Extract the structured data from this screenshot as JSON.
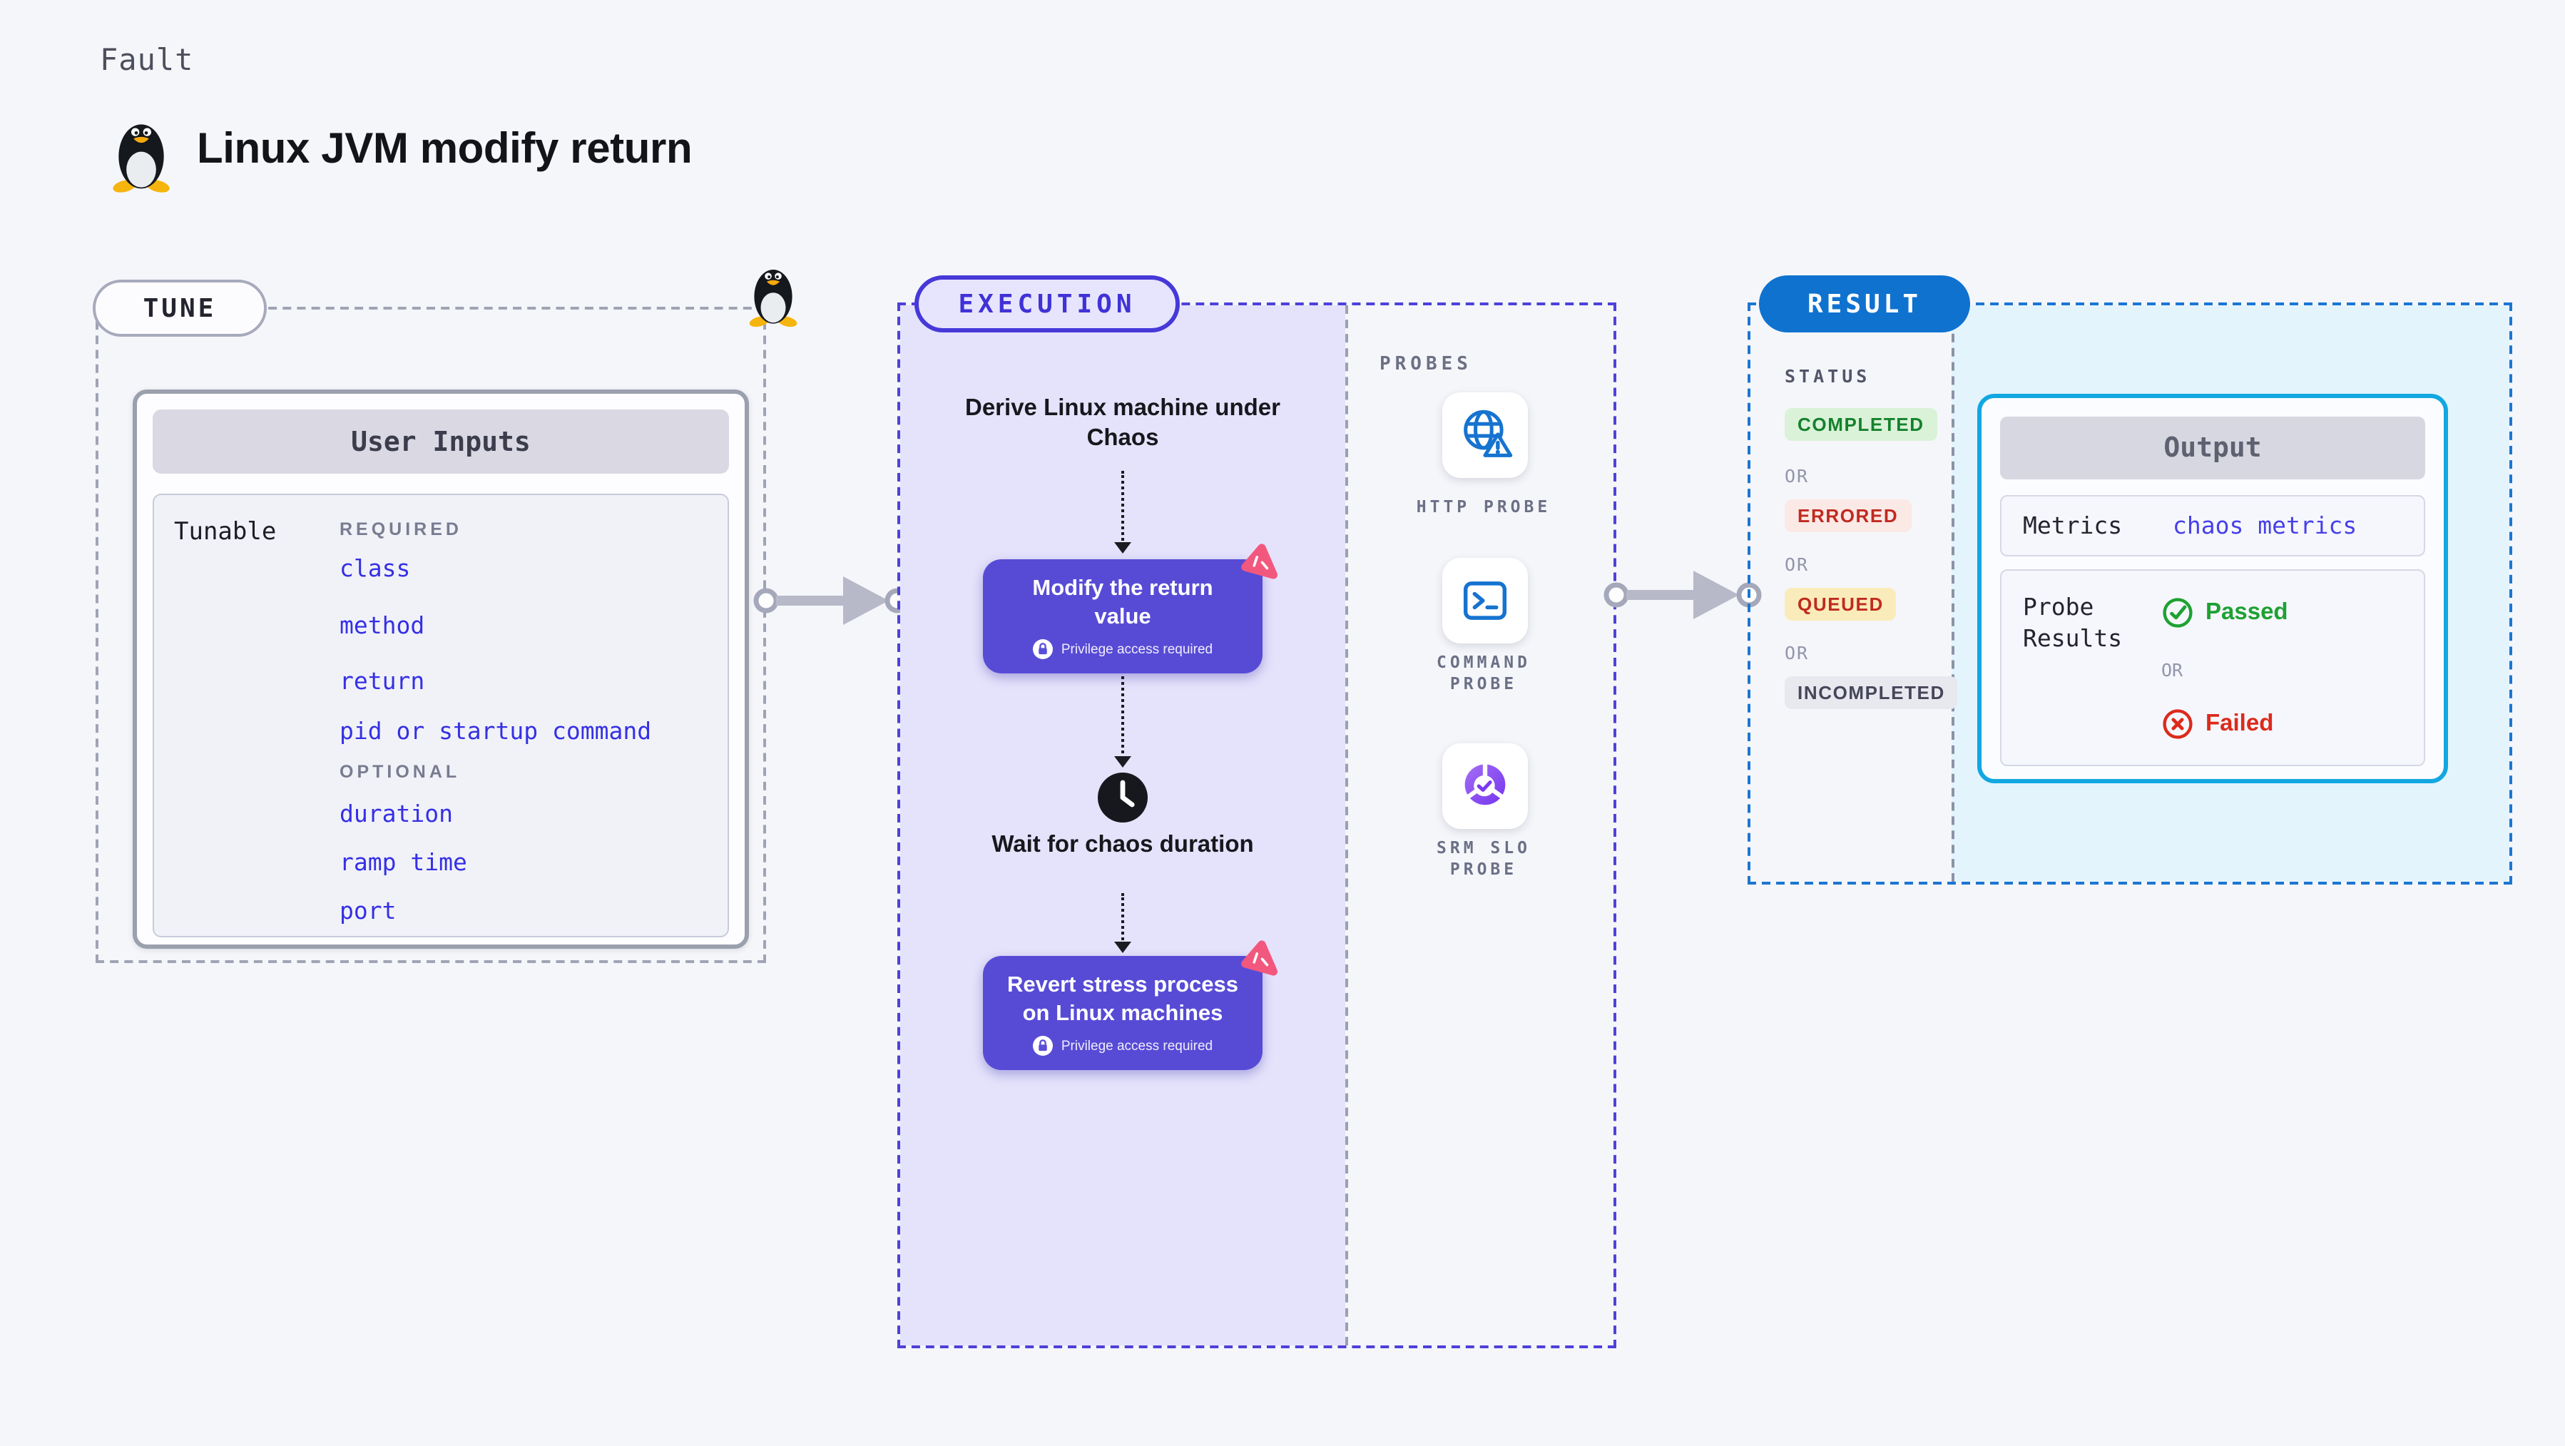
{
  "page": {
    "kicker": "Fault",
    "title": "Linux JVM modify return"
  },
  "tune": {
    "pill": "TUNE",
    "card_title": "User Inputs",
    "row_label": "Tunable",
    "required_label": "REQUIRED",
    "required_params": [
      "class",
      "method",
      "return",
      "pid or startup command"
    ],
    "optional_label": "OPTIONAL",
    "optional_params": [
      "duration",
      "ramp time",
      "port"
    ]
  },
  "execution": {
    "pill": "EXECUTION",
    "derive_step": "Derive Linux machine under Chaos",
    "fault_step": "Modify the return value",
    "privilege": "Privilege access required",
    "wait_step": "Wait for chaos duration",
    "revert_step": "Revert stress process on Linux machines"
  },
  "probes": {
    "label": "PROBES",
    "items": [
      {
        "icon": "http-probe-icon",
        "label_line1": "HTTP PROBE",
        "label_line2": ""
      },
      {
        "icon": "command-probe-icon",
        "label_line1": "COMMAND",
        "label_line2": "PROBE"
      },
      {
        "icon": "srm-slo-probe-icon",
        "label_line1": "SRM SLO",
        "label_line2": "PROBE"
      }
    ]
  },
  "result": {
    "pill": "RESULT",
    "status_label": "STATUS",
    "or_label": "OR",
    "statuses": [
      {
        "label": "COMPLETED",
        "bg": "#daf2d8",
        "color": "#15812c"
      },
      {
        "label": "ERRORED",
        "bg": "#fbe9e6",
        "color": "#c02a1f"
      },
      {
        "label": "QUEUED",
        "bg": "#faecba",
        "color": "#c02a1f"
      },
      {
        "label": "INCOMPLETED",
        "bg": "#e8e8ef",
        "color": "#45465a"
      }
    ],
    "output": {
      "title": "Output",
      "metrics_label": "Metrics",
      "metrics_value": "chaos metrics",
      "probe_results_label": "Probe Results",
      "passed": "Passed",
      "failed": "Failed"
    }
  },
  "colors": {
    "page_bg": "#f5f6fa",
    "param_blue": "#3530e4",
    "execution_accent": "#4d41d9",
    "execution_fill": "#e5e3fb",
    "fault_box": "#574bd6",
    "result_accent": "#1b76d2",
    "result_fill": "#e4f4fc",
    "output_border": "#12a7e1",
    "probe_icon_blue": "#1673d0",
    "chaos_logo_pink": "#f2587e",
    "passed_green": "#1ea132",
    "failed_red": "#dc2a1c"
  }
}
